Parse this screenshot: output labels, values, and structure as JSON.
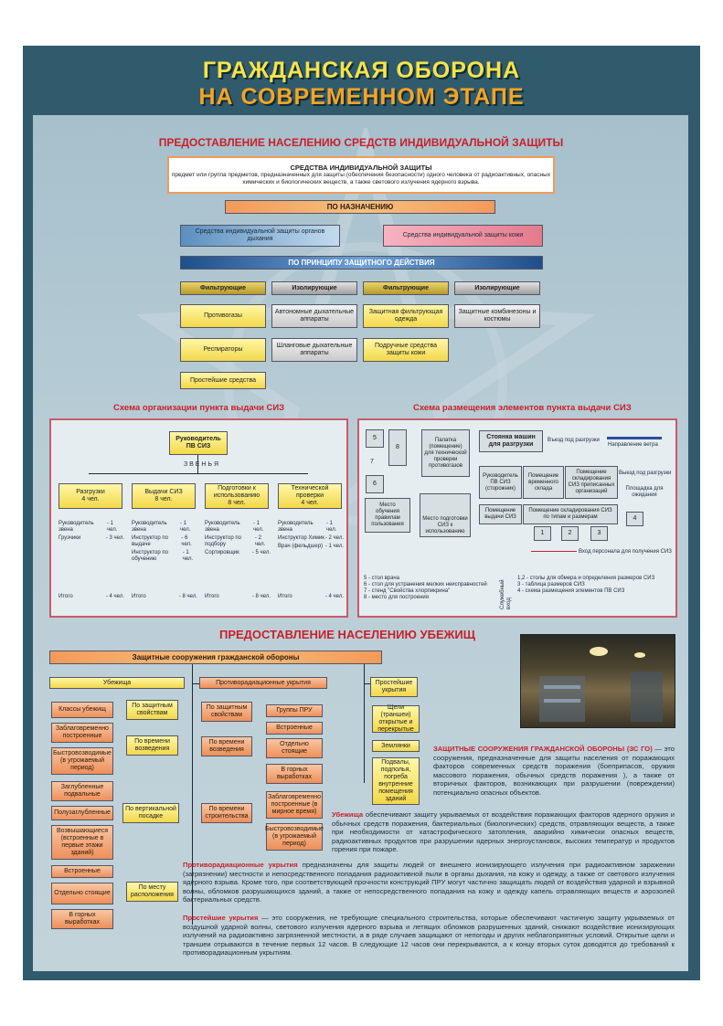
{
  "title": {
    "line1": "ГРАЖДАНСКАЯ ОБОРОНА",
    "line2": "НА СОВРЕМЕННОМ ЭТАПЕ"
  },
  "siz": {
    "heading": "ПРЕДОСТАВЛЕНИЕ НАСЕЛЕНИЮ СРЕДСТВ ИНДИВИДУАЛЬНОЙ ЗАЩИТЫ",
    "def_title": "СРЕДСТВА ИНДИВИДУАЛЬНОЙ ЗАЩИТЫ",
    "def_text": "предмет или группа предметов, предназначенных для защиты (обеспечения безопасности) одного человека от радиоактивных, опасных химических и биологических веществ, а также светового излучения ядерного взрыва.",
    "by_purpose": "ПО НАЗНАЧЕНИЮ",
    "resp": "Средства индивидуальной защиты органов дыхания",
    "skin": "Средства индивидуальной защиты кожи",
    "by_principle": "ПО ПРИНЦИПУ ЗАЩИТНОГО ДЕЙСТВИЯ",
    "filt1": "Фильтрующие",
    "iso1": "Изолирующие",
    "filt2": "Фильтрующие",
    "iso2": "Изолирующие",
    "gasmask": "Противогазы",
    "resp2": "Респираторы",
    "simple": "Простейшие средства",
    "auto": "Автономные дыхательные аппараты",
    "hose": "Шланговые дыхательные аппараты",
    "filt_clothes": "Защитная фильтрующая одежда",
    "improv": "Подручные средства защиты кожи",
    "combi": "Защитные комбинезоны и костюмы"
  },
  "org": {
    "title": "Схема организации пункта выдачи СИЗ",
    "head": "Руководитель ПВ СИЗ",
    "zvenya": "З В Е Н Ь Я",
    "units": [
      {
        "name": "Разгрузки",
        "count": "4 чел.",
        "rows": [
          [
            "Руководитель звена",
            "- 1 чел."
          ],
          [
            "Грузчики",
            "- 3 чел."
          ]
        ],
        "total": [
          "Итого",
          "- 4 чел."
        ]
      },
      {
        "name": "Выдачи СИЗ",
        "count": "8 чел.",
        "rows": [
          [
            "Руководитель звена",
            "- 1 чел."
          ],
          [
            "Инструктор по выдаче",
            "- 6 чел."
          ],
          [
            "Инструктор по обучению",
            "- 1 чел."
          ]
        ],
        "total": [
          "Итого",
          "- 8 чел."
        ]
      },
      {
        "name": "Подготовки к использованию",
        "count": "8 чел.",
        "rows": [
          [
            "Руководитель звена",
            "- 1 чел."
          ],
          [
            "Инструктор по подбору",
            "- 2 чел."
          ],
          [
            "Сортировщик",
            "- 5 чел."
          ]
        ],
        "total": [
          "Итого",
          "- 8 чел."
        ]
      },
      {
        "name": "Технической проверки",
        "count": "4 чел.",
        "rows": [
          [
            "Руководитель звена",
            "- 1 чел."
          ],
          [
            "Инструктор Химик",
            "- 2 чел."
          ],
          [
            "Врач (фельдшер)",
            "- 1 чел."
          ]
        ],
        "total": [
          "Итого",
          "- 4 чел."
        ]
      }
    ]
  },
  "layout": {
    "title": "Схема размещения элементов пункта выдачи СИЗ",
    "n5": "5",
    "n8": "8",
    "n7": "7",
    "n6": "6",
    "tent": "Палатка (помещение) для технической проверки противогазов",
    "parking": "Стоянка машин для разгрузки",
    "unload_entry": "Въезд под разгрузки",
    "wind": "Направление ветра",
    "exit_unload": "Выезд под разгрузки",
    "waiting": "Площадка для ожидания",
    "head_room": "Руководитель ПВ СИЗ (сторожник)",
    "temp_store": "Помещение временного склада",
    "store_siz": "Помещение складирования СИЗ приписанных организаций",
    "training": "Место обучения правилам пользования",
    "prep": "Место подготовки СИЗ к использованию",
    "issue_room": "Помещение выдачи СИЗ",
    "sort_room": "Помещение складирования СИЗ по типам и размерам",
    "b1": "1",
    "b2": "2",
    "b3": "3",
    "b4": "4",
    "entry_staff": "Вход персонала для получения СИЗ",
    "service": "Служебный вход",
    "legend_left": [
      "5 - стол врача",
      "6 - стол для устранения мелких неисправностей",
      "7 - стенд \"Свойства хлорпикрина\"",
      "8 - место для построения"
    ],
    "legend_right": [
      "1,2 - столы для обмера и определения размеров СИЗ",
      "3 - таблица размеров СИЗ",
      "4 - схема размещения элементов ПВ СИЗ"
    ]
  },
  "shelter": {
    "heading": "ПРЕДОСТАВЛЕНИЕ НАСЕЛЕНИЮ УБЕЖИЩ",
    "root": "Защитные сооружения гражданской обороны",
    "col1": "Убежища",
    "col2": "Противорадиационные укрытия",
    "col3": "Простейшие укрытия",
    "classes": "Классы убежищ",
    "by_prop": "По защитным свойствам",
    "early": "Заблаговременно построенные",
    "quick": "Быстровозводимые (в угрожаемый период)",
    "by_time": "По времени возведения",
    "buried": "Заглубленные подвальные",
    "semi": "Полузаглубленные",
    "raised": "Возвышающиеся (встроенные в первые этажи зданий)",
    "by_vert": "По вертикальной посадке",
    "built_in": "Встроенные",
    "standalone": "Отдельно стоящие",
    "mines": "В горных выработках",
    "by_place": "По месту расположения",
    "pru_prop": "По защитным свойствам",
    "pru_groups": "Группы ПРУ",
    "pru_time": "По времени возведения",
    "pru_built": "Встроенные",
    "pru_stand": "Отдельно стоящие",
    "pru_mines": "В горных выработках",
    "pru_constr": "По времени строительства",
    "pru_early": "Заблаговременно построенные (в мирное время)",
    "pru_quick": "Быстровозводимые (в угрожаемый период)",
    "slits": "Щели (траншеи) открытые и перекрытые",
    "dugouts": "Землянки",
    "basements": "Подвалы, подполья, погреба внутренние помещения зданий",
    "p1_title": "ЗАЩИТНЫЕ СООРУЖЕНИЯ ГРАЖДАНСКОЙ ОБОРОНЫ (ЗС ГО)",
    "p1_text": " — это сооружения, предназначенные для защиты населения от поражающих факторов современных средств поражения (боеприпасов, оружия массового поражения, обычных средств поражения ), а также от вторичных факторов, возникающих при разрушении (повреждении) потенциально опасных объектов.",
    "p2_title": "Убежища",
    "p2_text": " обеспечивают защиту укрываемых от воздействия поражающих факторов ядерного оружия и обычных средств поражения, бактериальных (биологических) средств, отравляющих веществ, а также при необходимости от катастрофического затопления, аварийно химически опасных веществ, радиоактивных продуктов при разрушении ядерных энергоустановок, высоких температур и продуктов горения при пожаре.",
    "p3_title": "Противорадиационные укрытия",
    "p3_text": " предназначены для защиты людей от внешнего ионизирующего излучения при радиоактивном заражении (загрязнении) местности и непосредственного попадания радиоактивной пыли в органы дыхания, на кожу и одежду, а также от светового излучения ядерного взрыва. Кроме того, при соответствующей прочности конструкций ПРУ могут частично защищать людей от воздействия ударной и взрывной волны, обломков разрушающихся зданий, а также от непосредственного попадания на кожу и одежду капель отравляющих веществ и аэрозолей бактериальных средств.",
    "p4_title": "Простейшие укрытия",
    "p4_text": " — это сооружения, не требующие специального строительства, которые обеспечивают частичную защиту укрываемых от воздушной ударной волны, светового излучения ядерного взрыва и летящих обломков разрушенных зданий, снижают воздействие ионизирующих излучений на радиоактивно загрязненной местности, а в ряде случаев защищают от непогоды и других неблагоприятных условий. Открытые щели и траншеи отрываются в течение первых 12 часов. В следующие 12 часов они перекрываются, а к концу вторых суток доводятся до требований к противорадиационным укрытиям."
  },
  "colors": {
    "frame": "#2f5b6d",
    "accent": "#c8202a",
    "title_yellow": "#f7e34a",
    "title_orange": "#f6a423"
  }
}
